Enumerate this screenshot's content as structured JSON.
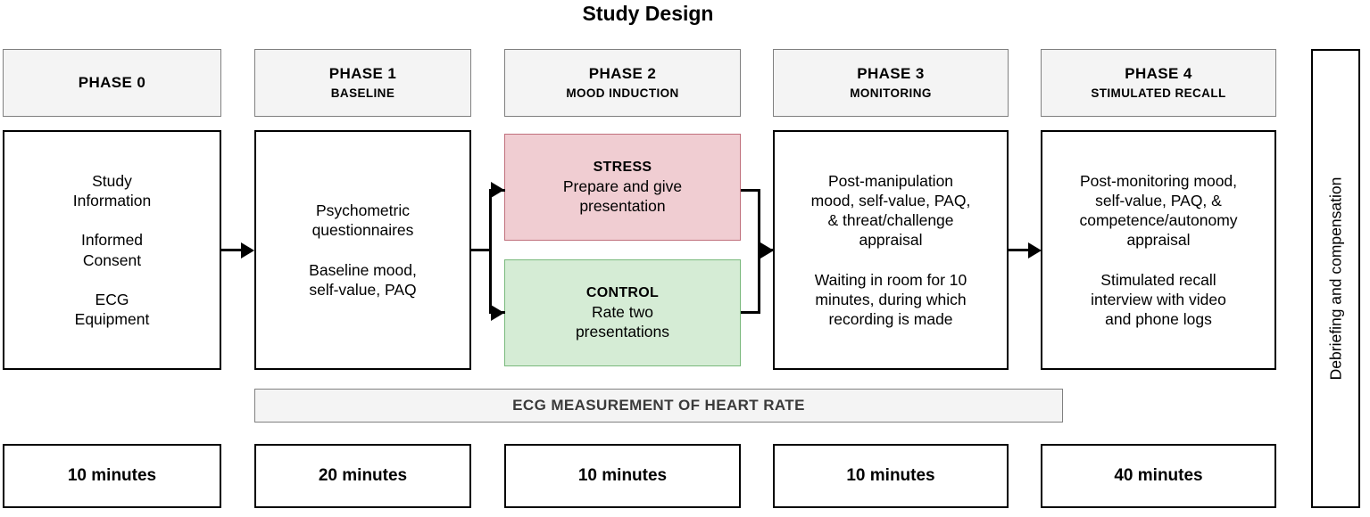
{
  "title": "Study Design",
  "colors": {
    "header_fill": "#f4f4f4",
    "header_stroke": "#808080",
    "stress_fill": "#f0cdd2",
    "stress_stroke": "#c0707c",
    "control_fill": "#d5ecd5",
    "control_stroke": "#79b97c",
    "box_stroke": "#000000",
    "ecg_text": "#3a3a3a"
  },
  "phases": [
    {
      "title": "PHASE 0",
      "subtitle": "",
      "paragraphs": [
        "Study\nInformation",
        "Informed\nConsent",
        "ECG\nEquipment"
      ],
      "duration": "10 minutes"
    },
    {
      "title": "PHASE 1",
      "subtitle": "BASELINE",
      "paragraphs": [
        "Psychometric\nquestionnaires",
        "Baseline mood,\nself-value, PAQ"
      ],
      "duration": "20 minutes"
    },
    {
      "title": "PHASE 2",
      "subtitle": "MOOD INDUCTION",
      "conditions": [
        {
          "label": "STRESS",
          "text": "Prepare and give\npresentation"
        },
        {
          "label": "CONTROL",
          "text": "Rate two\npresentations"
        }
      ],
      "duration": "10 minutes"
    },
    {
      "title": "PHASE 3",
      "subtitle": "MONITORING",
      "paragraphs": [
        "Post-manipulation\nmood, self-value, PAQ,\n& threat/challenge\nappraisal",
        "Waiting in room for 10\nminutes, during which\nrecording is made"
      ],
      "duration": "10 minutes"
    },
    {
      "title": "PHASE 4",
      "subtitle": "STIMULATED RECALL",
      "paragraphs": [
        "Post-monitoring mood,\nself-value, PAQ, &\ncompetence/autonomy\nappraisal",
        "Stimulated recall\ninterview with video\nand phone logs"
      ],
      "duration": "40 minutes"
    }
  ],
  "ecg_bar": {
    "label": "ECG MEASUREMENT OF HEART RATE"
  },
  "debriefing": {
    "label": "Debriefing and compensation"
  }
}
